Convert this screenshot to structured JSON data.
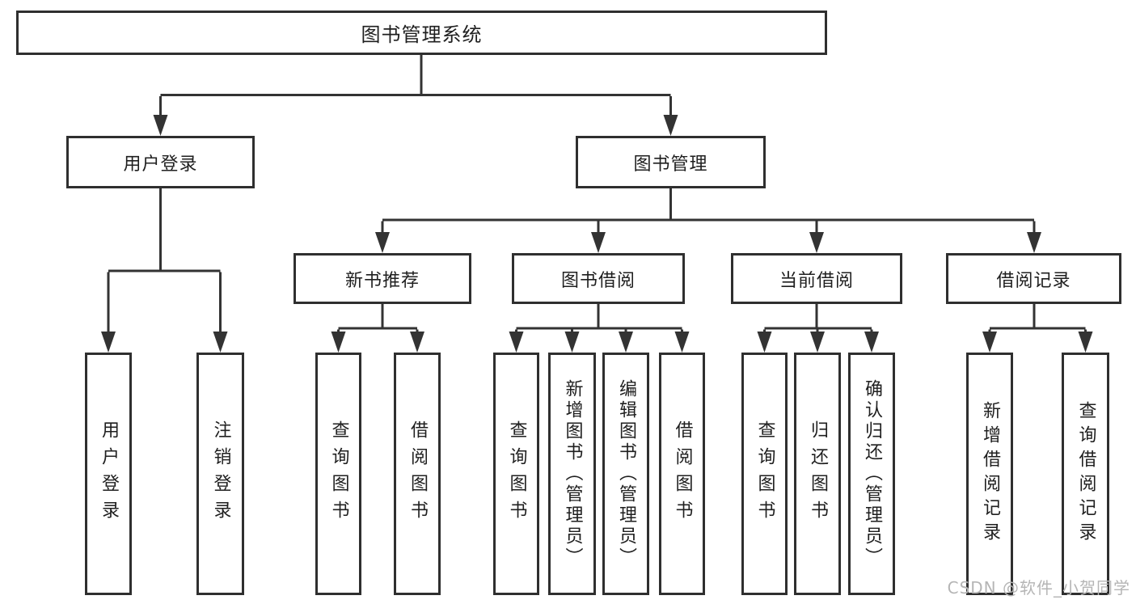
{
  "diagram_title": "图书管理系统",
  "colors": {
    "background": "#ffffff",
    "line": "#333333",
    "box_border": "#2f2f2f",
    "text": "#1f1f1f",
    "watermark": "#b5b5b5"
  },
  "nodes": {
    "root": "图书管理系统",
    "user_login": "用户登录",
    "book_mgmt": "图书管理",
    "new_book_rec": "新书推荐",
    "book_borrow": "图书借阅",
    "current_borrow": "当前借阅",
    "borrow_records": "借阅记录",
    "ul_user_login": "用户登录",
    "ul_logout": "注销登录",
    "nr_query_books": "查询图书",
    "nr_borrow_books": "借阅图书",
    "bb_query_books": "查询图书",
    "bb_add_books": "新增图书（管理员）",
    "bb_edit_books": "编辑图书（管理员）",
    "bb_borrow_books": "借阅图书",
    "cb_query_books": "查询图书",
    "cb_return_books": "归还图书",
    "cb_confirm_return": "确认归还（管理员）",
    "br_add_record": "新增借阅记录",
    "br_query_record": "查询借阅记录"
  },
  "tree": {
    "root": [
      "user_login",
      "book_mgmt"
    ],
    "user_login": [
      "ul_user_login",
      "ul_logout"
    ],
    "book_mgmt": [
      "new_book_rec",
      "book_borrow",
      "current_borrow",
      "borrow_records"
    ],
    "new_book_rec": [
      "nr_query_books",
      "nr_borrow_books"
    ],
    "book_borrow": [
      "bb_query_books",
      "bb_add_books",
      "bb_edit_books",
      "bb_borrow_books"
    ],
    "current_borrow": [
      "cb_query_books",
      "cb_return_books",
      "cb_confirm_return"
    ],
    "borrow_records": [
      "br_add_record",
      "br_query_record"
    ]
  },
  "watermark": {
    "text": "CSDN @软件_小贺同学"
  }
}
